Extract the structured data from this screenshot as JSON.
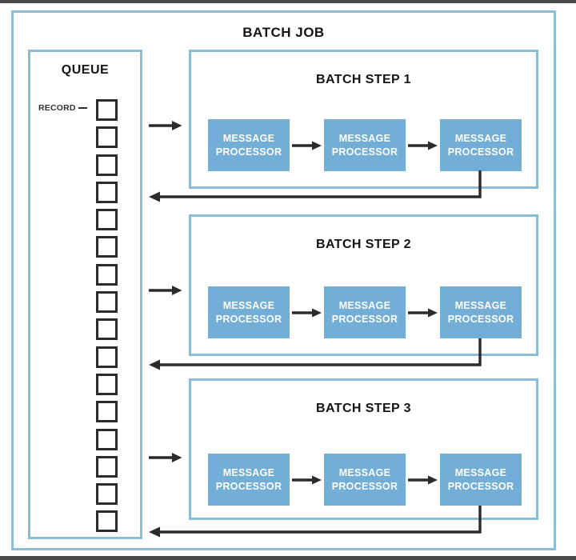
{
  "diagram": {
    "title": "BATCH JOB",
    "queue": {
      "title": "QUEUE",
      "record_label": "RECORD",
      "record_count": 16
    },
    "steps": [
      {
        "title": "BATCH STEP 1",
        "processors": [
          "MESSAGE PROCESSOR",
          "MESSAGE PROCESSOR",
          "MESSAGE PROCESSOR"
        ]
      },
      {
        "title": "BATCH STEP 2",
        "processors": [
          "MESSAGE PROCESSOR",
          "MESSAGE PROCESSOR",
          "MESSAGE PROCESSOR"
        ]
      },
      {
        "title": "BATCH STEP 3",
        "processors": [
          "MESSAGE PROCESSOR",
          "MESSAGE PROCESSOR",
          "MESSAGE PROCESSOR"
        ]
      }
    ],
    "colors": {
      "box_border_blue": "#8cbdd5",
      "processor_fill": "#72aed6",
      "processor_text": "#ffffff",
      "line_color": "#2b2b2b",
      "edge_bar_gray": "#4a4a4a",
      "background": "#ffffff",
      "title_text": "#141414"
    }
  }
}
